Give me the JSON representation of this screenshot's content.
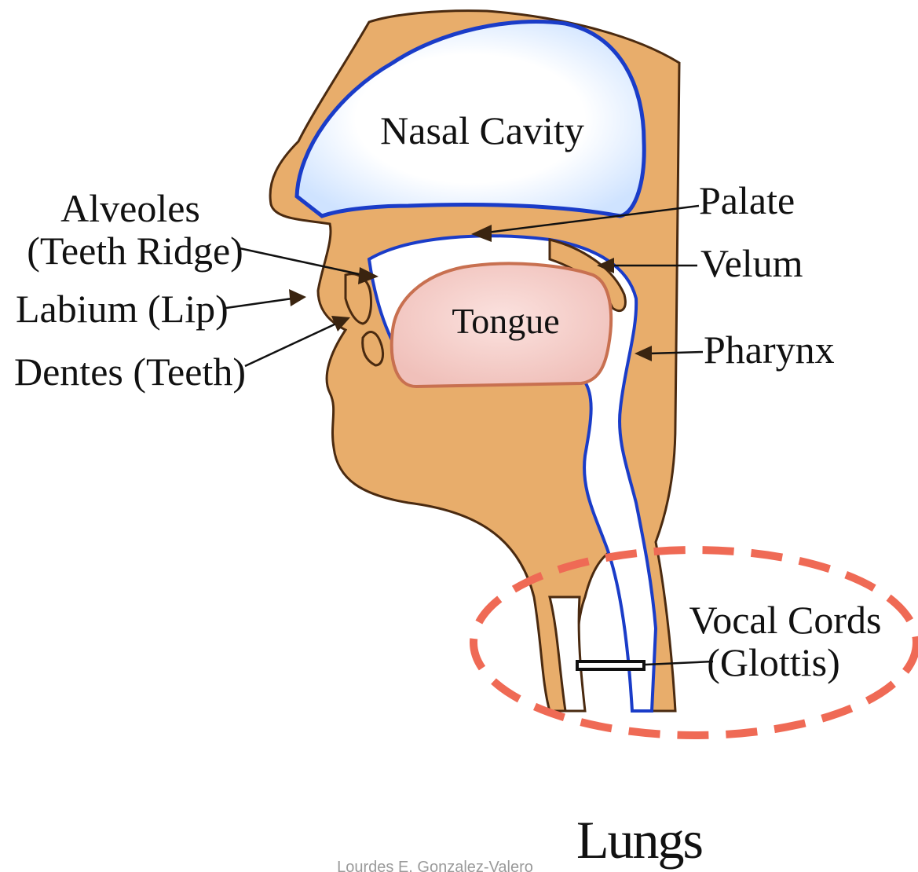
{
  "diagram": {
    "labels": {
      "nasal_cavity": "Nasal Cavity",
      "palate": "Palate",
      "alveoles_line1": "Alveoles",
      "alveoles_line2": "(Teeth Ridge)",
      "velum": "Velum",
      "labium": "Labium (Lip)",
      "tongue": "Tongue",
      "pharynx": "Pharynx",
      "dentes": "Dentes (Teeth)",
      "vocal_cords_line1": "Vocal Cords",
      "vocal_cords_line2": "(Glottis)",
      "lungs": "Lungs"
    },
    "credit": "Lourdes E. Gonzalez-Valero",
    "colors": {
      "skin": "#e8ad6b",
      "skin_outline": "#4a2a10",
      "airway_outline": "#1a3cc8",
      "tongue_fill": "#f3c9c4",
      "tongue_outline": "#c87050",
      "highlight_ellipse": "#ef6a55"
    }
  }
}
